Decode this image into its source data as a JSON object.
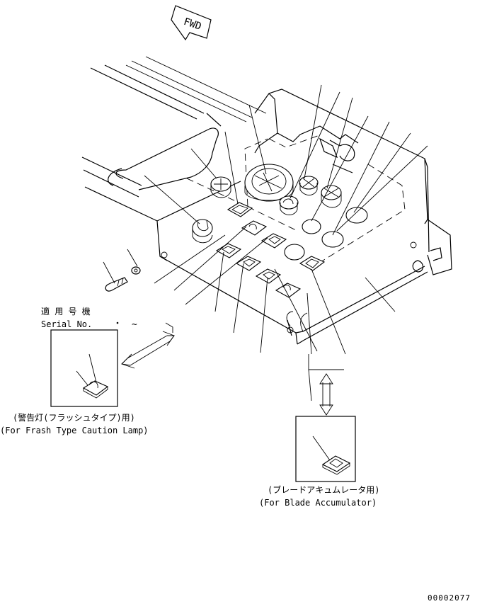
{
  "direction": {
    "label": "FWD"
  },
  "serial": {
    "jp": "適 用 号 機",
    "en": "Serial No.",
    "range": "~"
  },
  "caption_left": {
    "jp": "(警告灯(フラッシュタイプ)用)",
    "en": "(For Frash Type Caution Lamp)"
  },
  "caption_right": {
    "jp": "(ブレードアキュムレータ用)",
    "en": "(For Blade Accumulator)"
  },
  "drawing_number": "00002077"
}
